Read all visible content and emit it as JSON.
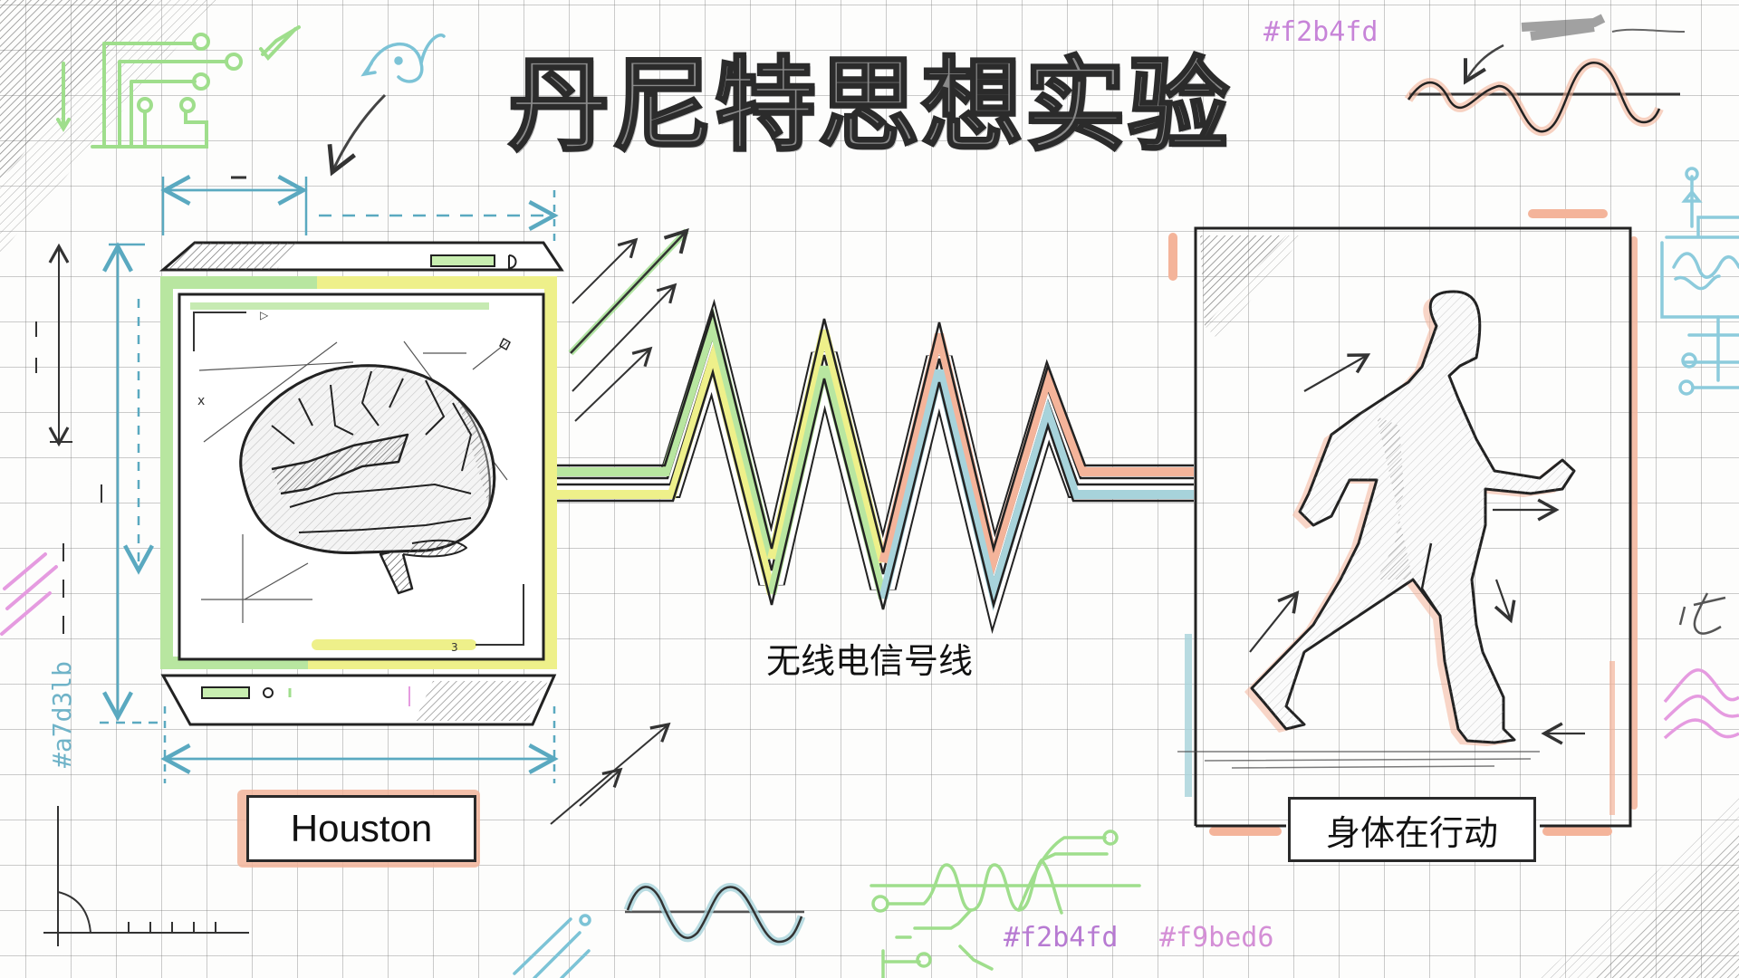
{
  "title": "丹尼特思想实验",
  "device": {
    "label": "Houston",
    "screen_content": "brain-sketch"
  },
  "signal": {
    "label": "无线电信号线",
    "colors": [
      "#b8e6a0",
      "#eef08a",
      "#f4b49a",
      "#a7d3db"
    ]
  },
  "body_panel": {
    "label": "身体在行动",
    "figure": "walking-human-sketch"
  },
  "annotations": {
    "hex_top": "#f2b4fd",
    "hex_bottom_1": "#f2b4fd",
    "hex_bottom_2": "#f9bed6",
    "hex_left": "#a7d3lb",
    "scribble_right": "it"
  },
  "palette": {
    "green": "#9fde8c",
    "yellow": "#eef08a",
    "peach": "#f4b49a",
    "teal": "#8ccbdc",
    "pink": "#e59be0",
    "ink": "#2a2a2a"
  }
}
